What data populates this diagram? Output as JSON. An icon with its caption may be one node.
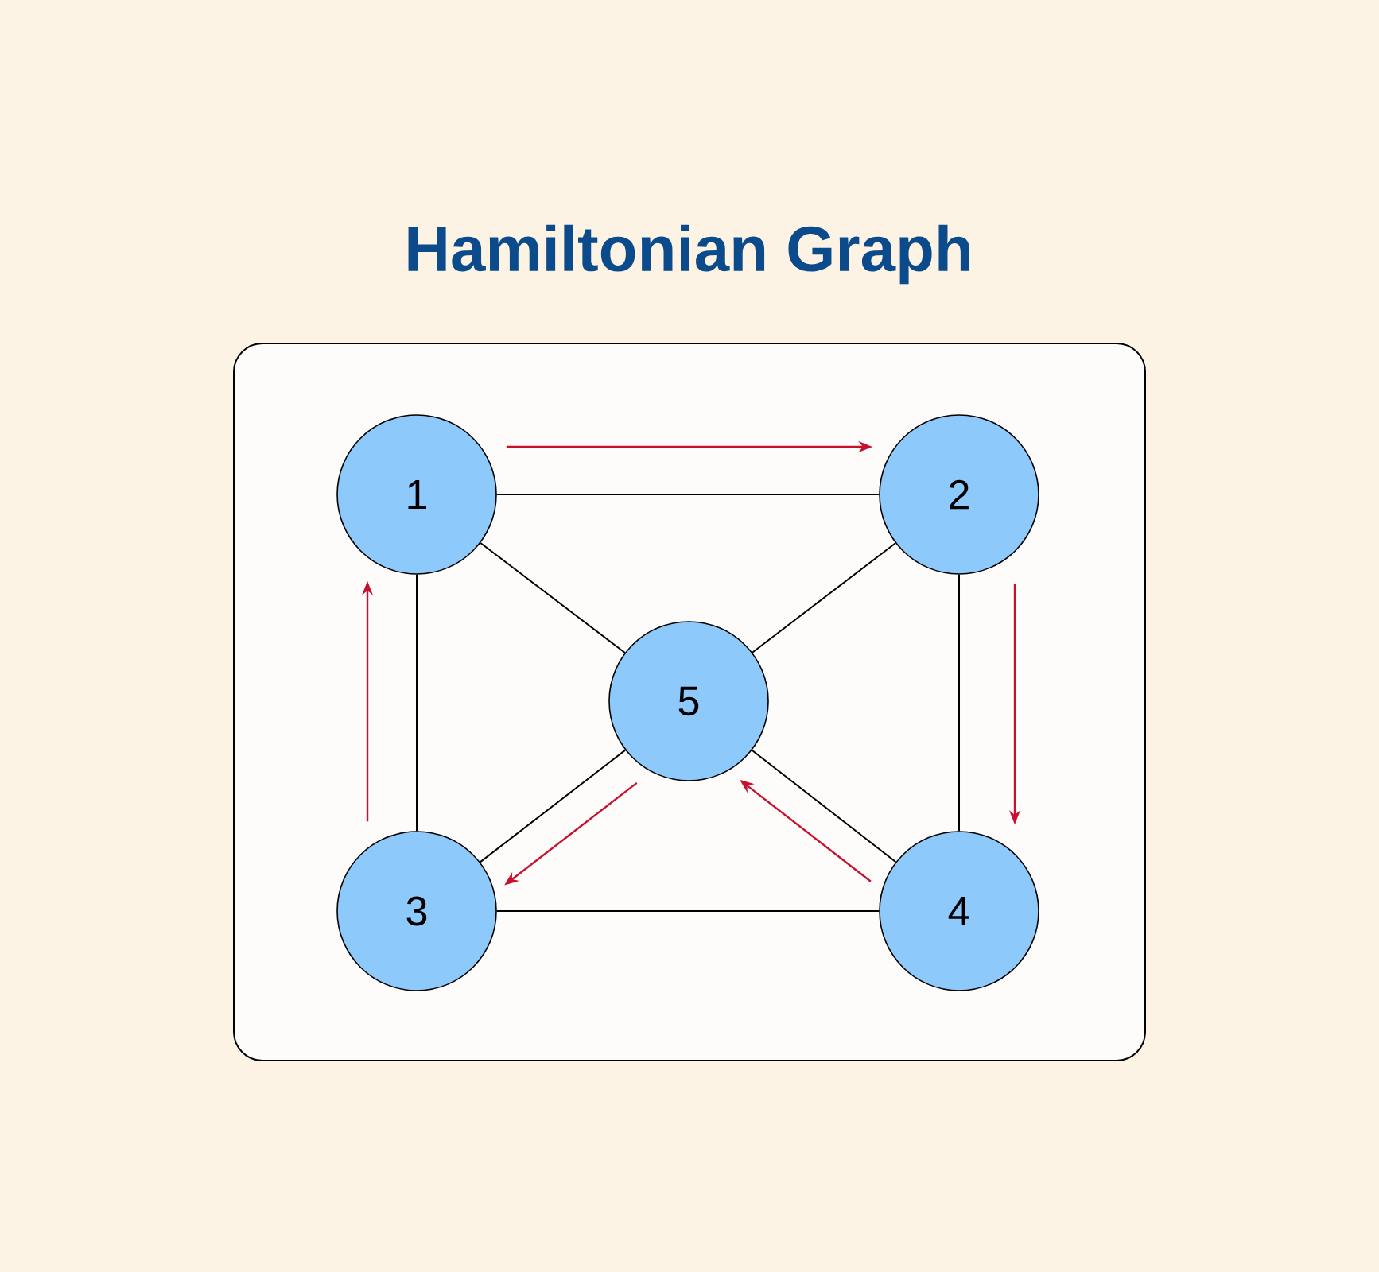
{
  "diagram": {
    "title": "Hamiltonian Graph",
    "nodes": [
      {
        "text": [
          "1"
        ]
      },
      {
        "text": [
          "2"
        ]
      },
      {
        "text": [
          "3"
        ]
      },
      {
        "text": [
          "4"
        ]
      },
      {
        "text": [
          "5"
        ]
      }
    ],
    "edges": [
      {
        "from": 0,
        "to": 1,
        "arrow": "none"
      },
      {
        "from": 0,
        "to": 2,
        "arrow": "none"
      },
      {
        "from": 0,
        "to": 4,
        "arrow": "none"
      },
      {
        "from": 1,
        "to": 4,
        "arrow": "none"
      },
      {
        "from": 1,
        "to": 3,
        "arrow": "none"
      },
      {
        "from": 2,
        "to": 3,
        "arrow": "none"
      },
      {
        "from": 2,
        "to": 4,
        "arrow": "none"
      },
      {
        "from": 3,
        "to": 4,
        "arrow": "none"
      },
      {
        "from": 0,
        "to": 1,
        "arrow": "to",
        "color": "#c8102e"
      },
      {
        "from": 1,
        "to": 3,
        "arrow": "to",
        "color": "#c8102e"
      },
      {
        "from": 3,
        "to": 4,
        "arrow": "to",
        "color": "#c8102e"
      },
      {
        "from": 4,
        "to": 2,
        "arrow": "to",
        "color": "#c8102e"
      },
      {
        "from": 2,
        "to": 0,
        "arrow": "to",
        "color": "#c8102e"
      }
    ]
  }
}
